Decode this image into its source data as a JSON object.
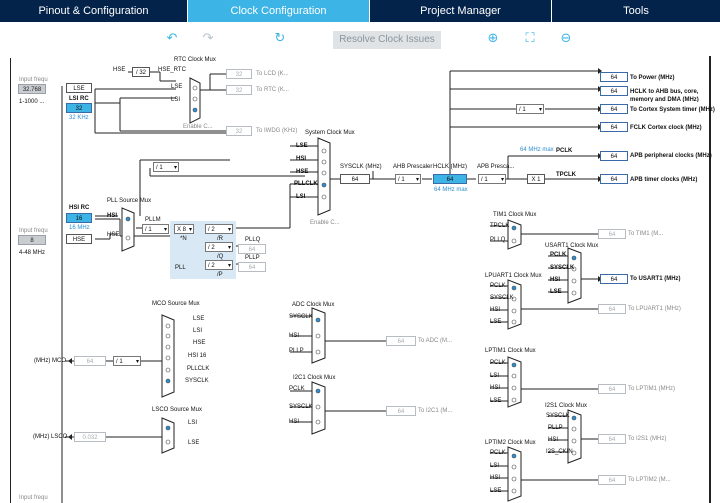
{
  "tabs": [
    {
      "label": "Pinout & Configuration",
      "active": false
    },
    {
      "label": "Clock Configuration",
      "active": true
    },
    {
      "label": "Project Manager",
      "active": false
    },
    {
      "label": "Tools",
      "active": false
    }
  ],
  "toolbar": {
    "undo_icon": "↶",
    "redo_icon": "↷",
    "refresh_icon": "↻",
    "resolve_label": "Resolve Clock Issues",
    "zoom_in_icon": "⊕",
    "fit_icon": "⛶",
    "zoom_out_icon": "⊖"
  },
  "colors": {
    "tab_bar": "#03234b",
    "tab_active": "#3cb4e6",
    "accent": "#3cb4e6",
    "box_border": "#3a6aa8"
  },
  "left": {
    "input_freq_1": "Input frequ",
    "lse_value": "32.768",
    "lse_range": "1-1000 ...",
    "lse_label": "LSE",
    "lsi_rc_label": "LSI RC",
    "lsi_value": "32",
    "lsi_khz": "32 KHz",
    "input_freq_2": "Input frequ",
    "hse_value": "8",
    "hse_range": "4-48 MHz",
    "hsi_rc_label": "HSI RC",
    "hsi_value": "16",
    "hsi_mhz": "16 MHz",
    "hse_label": "HSE",
    "input_freq_3": "Input frequ"
  },
  "rtc": {
    "mux_title": "RTC Clock Mux",
    "hse_label": "HSE",
    "div32": "/ 32",
    "hse_rtc": "HSE_RTC",
    "lse": "LSE",
    "lsi": "LSI",
    "rtc_value": "32",
    "to_rtc": "To RTC (K...",
    "lcd_value": "32",
    "to_lcd": "To LCD (K...",
    "enable": "Enable C...",
    "iwdg_value": "32",
    "to_iwdg": "To IWDG (KHz)"
  },
  "sysmux": {
    "title": "System Clock Mux",
    "inputs": [
      "LSE",
      "HSI",
      "HSE",
      "PLLCLK",
      "LSI"
    ],
    "enable": "Enable C...",
    "sysclk_label": "SYSCLK (MHz)",
    "sysclk_value": "64",
    "div1": "/ 1",
    "hsi_div": "/ 1"
  },
  "ahb": {
    "title": "AHB Prescaler",
    "value": "/ 1",
    "hclk_label": "HCLK (MHz)",
    "hclk_value": "64",
    "hclk_max": "64 MHz max",
    "apb_title": "APB Presca...",
    "apb_value": "/ 1",
    "pclk_max": "64 MHz max",
    "pclk": "PCLK",
    "x1": "X 1",
    "tpclk": "TPCLK",
    "cortex_div": "/ 1"
  },
  "outputs": [
    {
      "value": "64",
      "label": "To Power (MHz)"
    },
    {
      "value": "64",
      "label": "HCLK to AHB bus, core, memory and DMA (MHz)"
    },
    {
      "value": "64",
      "label": "To Cortex System timer (MHz)"
    },
    {
      "value": "64",
      "label": "FCLK Cortex clock (MHz)"
    },
    {
      "value": "64",
      "label": "APB peripheral clocks (MHz)"
    },
    {
      "value": "64",
      "label": "APB timer clocks (MHz)"
    }
  ],
  "pll": {
    "src_title": "PLL Source Mux",
    "hsi": "HSI",
    "hse": "HSE",
    "pllm_label": "PLLM",
    "pllm": "/ 1",
    "mul": "X 8",
    "n": "*N",
    "pllr_div": "/ 2",
    "r": "/R",
    "pllq_div": "/ 2",
    "q": "/Q",
    "pllp_div": "/ 2",
    "p": "/P",
    "pll_label": "PLL",
    "pllq_label": "PLLQ",
    "pllq_value": "64",
    "pllp_label": "PLLP",
    "pllp_value": "64"
  },
  "mco": {
    "title": "MCO Source Mux",
    "inputs": [
      "LSE",
      "LSI",
      "HSE",
      "HSI 16",
      "PLLCLK",
      "SYSCLK"
    ],
    "label": "(MHz) MCO",
    "value": "64",
    "div": "/ 1"
  },
  "lsco": {
    "title": "LSCO Source Mux",
    "inputs": [
      "LSI",
      "LSE"
    ],
    "label": "(MHz) LSCO",
    "value": "0.032"
  },
  "adc": {
    "title": "ADC Clock Mux",
    "inputs": [
      "SYSCLK",
      "HSI",
      "PLLP"
    ],
    "value": "64",
    "to": "To ADC (M..."
  },
  "i2c1": {
    "title": "I2C1 Clock Mux",
    "inputs": [
      "PCLK",
      "SYSCLK",
      "HSI"
    ],
    "value": "64",
    "to": "To I2C1 (M..."
  },
  "tim1": {
    "title": "TIM1 Clock Mux",
    "inputs": [
      "TPCLK",
      "PLLQ"
    ],
    "value": "64",
    "to": "To TIM1 (M..."
  },
  "usart1": {
    "title": "USART1 Clock Mux",
    "inputs": [
      "PCLK",
      "SYSCLK",
      "HSI",
      "LSE"
    ],
    "value": "64",
    "to": "To USART1 (MHz)"
  },
  "lpuart1": {
    "title": "LPUART1 Clock Mux",
    "inputs": [
      "PCLK",
      "SYSCLK",
      "HSI",
      "LSE"
    ],
    "value": "64",
    "to": "To LPUART1 (MHz)"
  },
  "lptim1": {
    "title": "LPTIM1 Clock Mux",
    "inputs": [
      "PCLK",
      "LSI",
      "HSI",
      "LSE"
    ],
    "value": "64",
    "to": "To LPTIM1 (MHz)"
  },
  "i2s1": {
    "title": "I2S1 Clock Mux",
    "inputs": [
      "SYSCLK",
      "PLLP",
      "HSI",
      "I2S_CKIN"
    ],
    "value": "64",
    "to": "To I2S1 (MHz)"
  },
  "lptim2": {
    "title": "LPTIM2 Clock Mux",
    "inputs": [
      "PCLK",
      "LSI",
      "HSI",
      "LSE"
    ],
    "value": "64",
    "to": "To LPTIM2 (M..."
  }
}
